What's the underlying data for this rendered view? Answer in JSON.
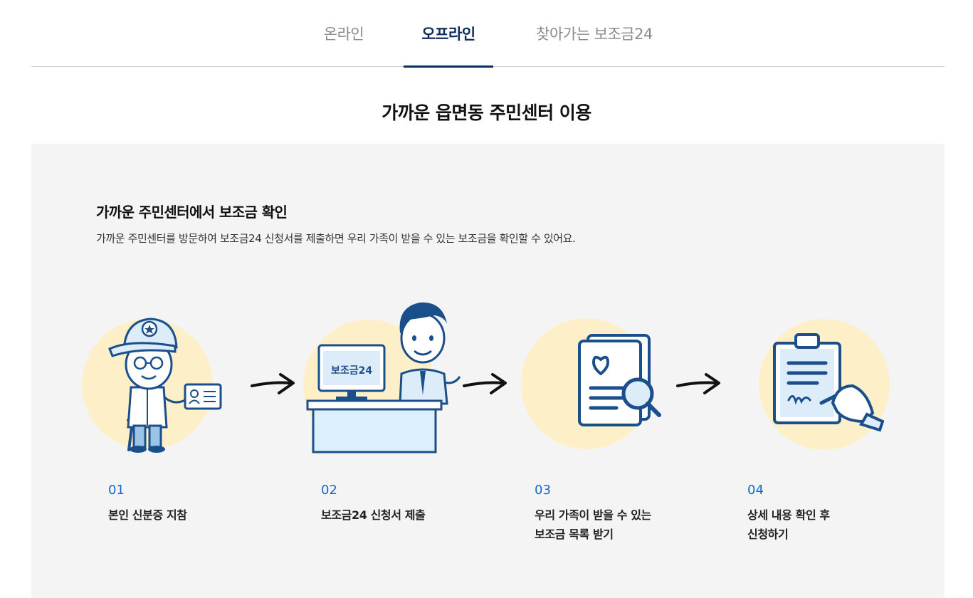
{
  "tabs": [
    {
      "label": "온라인",
      "active": false
    },
    {
      "label": "오프라인",
      "active": true
    },
    {
      "label": "찾아가는 보조금24",
      "active": false
    }
  ],
  "page_title": "가까운 읍면동 주민센터 이용",
  "panel": {
    "title": "가까운 주민센터에서 보조금 확인",
    "description": "가까운 주민센터를 방문하여 보조금24 신청서를 제출하면 우리 가족이 받을 수 있는 보조금을 확인할 수 있어요.",
    "monitor_label": "보조금24",
    "steps": [
      {
        "num": "01",
        "line1": "본인 신분증 지참",
        "line2": "",
        "illustration": "elderly-man-with-id-card"
      },
      {
        "num": "02",
        "line1": "보조금24 신청서 제출",
        "line2": "",
        "illustration": "clerk-at-desk"
      },
      {
        "num": "03",
        "line1": "우리 가족이 받을 수 있는",
        "line2": "보조금 목록 받기",
        "illustration": "document-magnifier"
      },
      {
        "num": "04",
        "line1": "상세 내용 확인 후",
        "line2": "신청하기",
        "illustration": "clipboard-signing"
      }
    ]
  },
  "colors": {
    "active_tab": "#0d2e5c",
    "step_number": "#1a66c9",
    "circle_bg": "#fdf0c8",
    "line_art": "#1b4f8c",
    "panel_bg": "#f4f4f4"
  }
}
